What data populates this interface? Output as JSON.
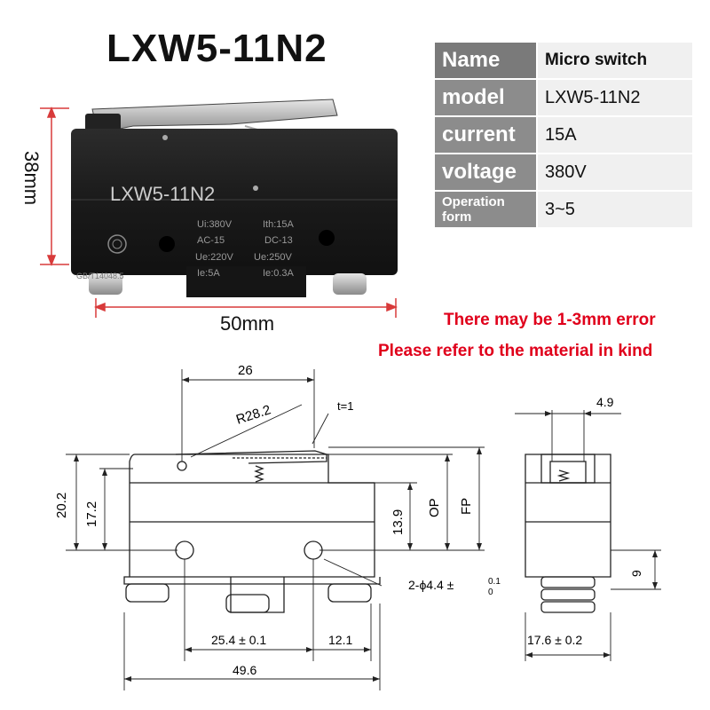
{
  "title": "LXW5-11N2",
  "specs": [
    {
      "key": "Name",
      "value": "Micro switch"
    },
    {
      "key": "model",
      "value": "LXW5-11N2"
    },
    {
      "key": "current",
      "value": "15A"
    },
    {
      "key": "voltage",
      "value": "380V"
    },
    {
      "key": "Operation form",
      "value": "3~5"
    }
  ],
  "photo": {
    "height_label": "38mm",
    "width_label": "50mm",
    "body_text": "LXW5-11N2",
    "ratings": [
      "Ui:380V",
      "Ith:15A",
      "AC-15",
      "DC-13",
      "Ue:220V",
      "Ue:250V",
      "Ie:5A",
      "Ie:0.3A"
    ],
    "standard": "GB/T14048.5"
  },
  "notes": {
    "error": "There may be 1-3mm error",
    "refer": "Please refer to the material in kind"
  },
  "drawing": {
    "dim_26": "26",
    "dim_radius": "R28.2",
    "dim_thickness": "t=1",
    "dim_20_2": "20.2",
    "dim_17_2": "17.2",
    "dim_13_9": "13.9",
    "dim_op": "OP",
    "dim_fp": "FP",
    "dim_hole": "2-ϕ4.4 ±",
    "dim_hole_tol_top": "0.1",
    "dim_hole_tol_bottom": "0",
    "dim_25_4": "25.4 ± 0.1",
    "dim_12_1": "12.1",
    "dim_49_6": "49.6",
    "dim_4_9": "4.9",
    "dim_9": "9",
    "dim_17_6": "17.6 ± 0.2"
  },
  "colors": {
    "accent_red": "#e0001b",
    "table_key_bg": "#8c8c8c",
    "table_value_bg": "#f0f0f0",
    "dimension_red": "#d83a3a"
  }
}
